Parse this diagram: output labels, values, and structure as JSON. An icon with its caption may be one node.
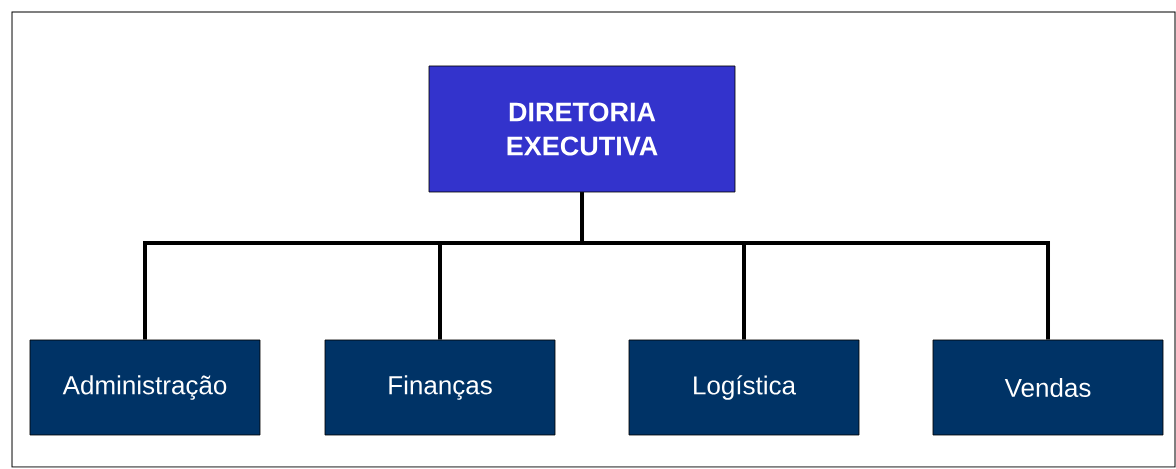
{
  "diagram": {
    "nodes": [
      {
        "text": [
          "DIRETORIA EXECUTIVA"
        ]
      },
      {
        "text": [
          "Administração"
        ]
      },
      {
        "text": [
          "Finanças"
        ]
      },
      {
        "text": [
          "Logística"
        ]
      },
      {
        "text": [
          "Vendas"
        ]
      }
    ],
    "edges": [
      {
        "from": 0,
        "to": 1,
        "arrow": "none"
      },
      {
        "from": 0,
        "to": 2,
        "arrow": "none"
      },
      {
        "from": 0,
        "to": 3,
        "arrow": "none"
      },
      {
        "from": 0,
        "to": 4,
        "arrow": "none"
      }
    ]
  }
}
